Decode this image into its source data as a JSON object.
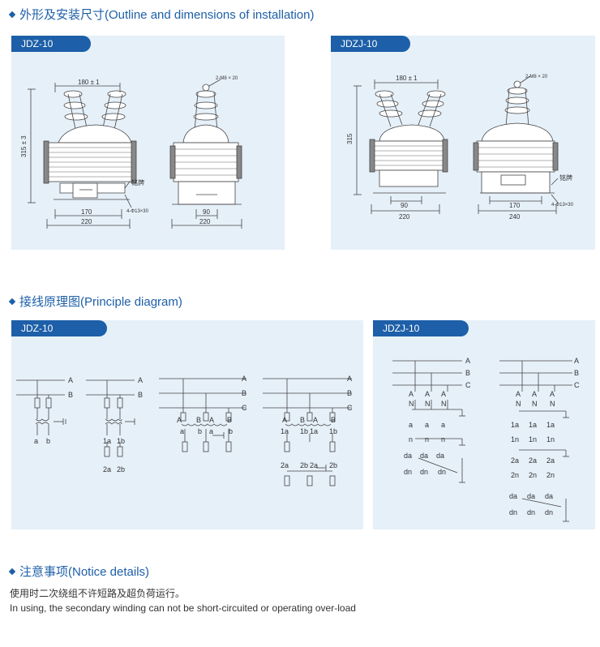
{
  "sections": {
    "outline": {
      "title": "外形及安装尺寸(Outline and dimensions of installation)"
    },
    "principle": {
      "title": "接线原理图(Principle diagram)"
    },
    "notice": {
      "title": "注意事项(Notice details)"
    }
  },
  "panels": {
    "outline_left": {
      "label": "JDZ-10"
    },
    "outline_right": {
      "label": "JDZJ-10"
    },
    "diagram_left": {
      "label": "JDZ-10"
    },
    "diagram_right": {
      "label": "JDZJ-10"
    }
  },
  "dimensions": {
    "jdz": {
      "top_width": "180 ± 1",
      "height": "315 ± 3",
      "bolt_spacing": "170",
      "base_width": "220",
      "side_spacing": "90",
      "side_base": "220",
      "terminal": "2-M8 × 20",
      "nameplate": "铭牌",
      "holes": "4-Φ13×30"
    },
    "jdzj": {
      "top_width": "180 ± 1",
      "height": "315",
      "inner_spacing": "90",
      "base_width": "220",
      "side_spacing": "170",
      "side_base": "240",
      "terminal": "2-M8 × 20",
      "nameplate": "铭牌",
      "holes": "4-Φ13×30"
    }
  },
  "diagram_labels": {
    "A": "A",
    "B": "B",
    "C": "C",
    "N": "N",
    "a": "a",
    "b": "b",
    "1a": "1a",
    "1b": "1b",
    "2a": "2a",
    "2b": "2b",
    "n": "n",
    "1n": "1n",
    "2n": "2n",
    "da": "da",
    "dn": "dn"
  },
  "notice_text": {
    "zh": "使用时二次绕组不许短路及超负荷运行。",
    "en": "In using, the secondary winding can not be short-circuited or operating over-load"
  }
}
